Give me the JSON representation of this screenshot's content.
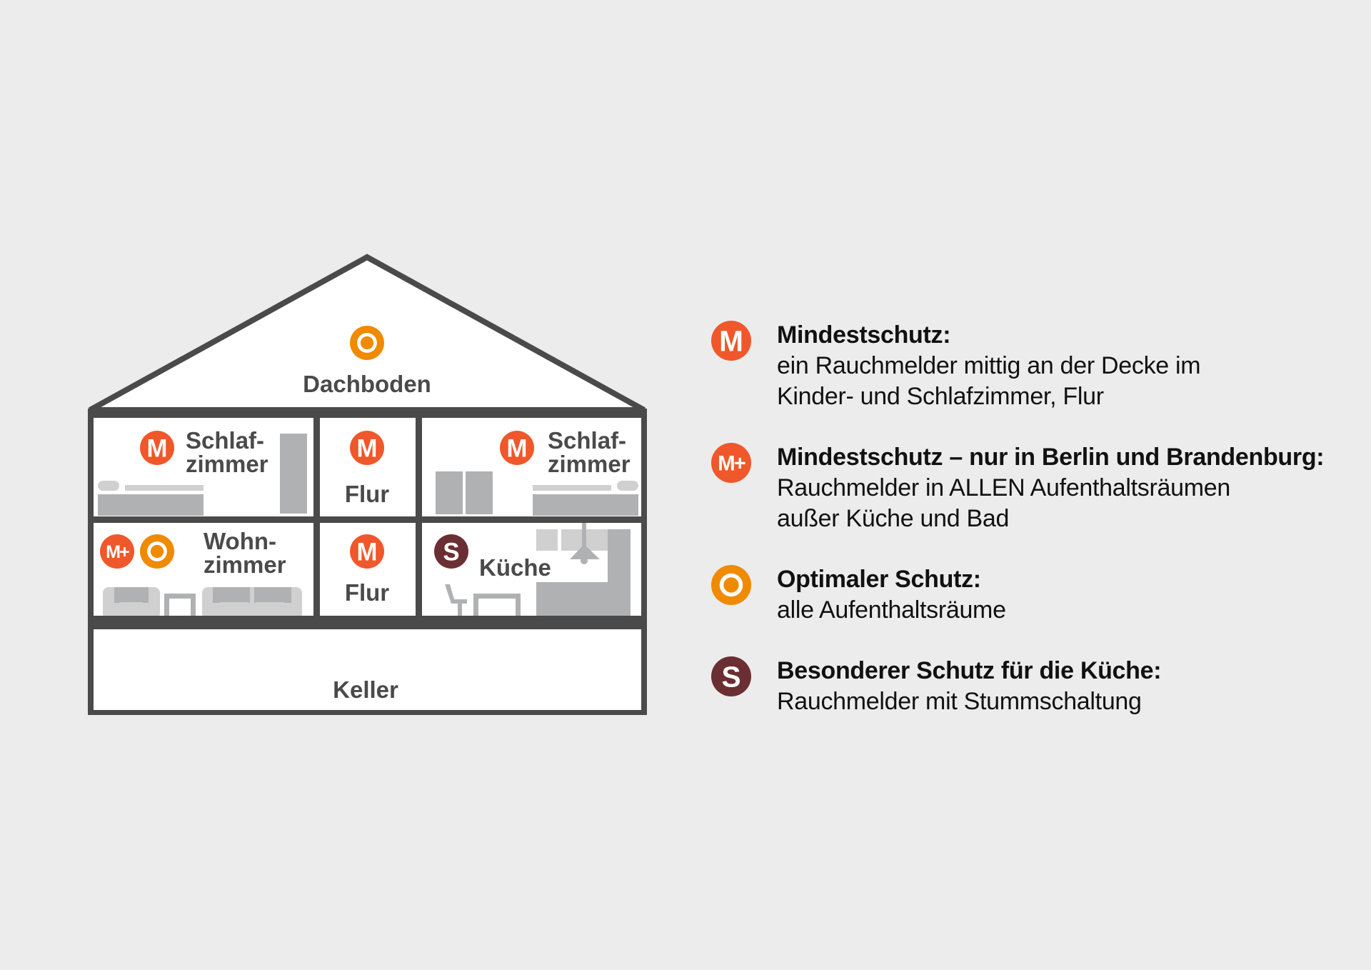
{
  "colors": {
    "background": "#ececec",
    "wall": "#4a4a4a",
    "furniture_dark": "#b0b1b3",
    "furniture_light": "#d0d0d0",
    "icon_m": "#f0572a",
    "icon_o": "#f08a00",
    "icon_s": "#6b2f33"
  },
  "icons": {
    "m": {
      "name": "minimum-protection-icon",
      "glyph": "M"
    },
    "mplus": {
      "name": "minimum-berlin-brandenburg-icon",
      "glyph": "M+"
    },
    "o": {
      "name": "optimal-protection-icon",
      "glyph": "ring"
    },
    "s": {
      "name": "kitchen-protection-icon",
      "glyph": "S"
    }
  },
  "house": {
    "attic": {
      "label": "Dachboden",
      "icons": [
        "o"
      ]
    },
    "rooms": [
      {
        "id": "bedroom-left",
        "label_line1": "Schlaf-",
        "label_line2": "zimmer",
        "icons": [
          "m"
        ]
      },
      {
        "id": "hallway-upper",
        "label": "Flur",
        "icons": [
          "m"
        ]
      },
      {
        "id": "bedroom-right",
        "label_line1": "Schlaf-",
        "label_line2": "zimmer",
        "icons": [
          "m"
        ]
      },
      {
        "id": "living-room",
        "label_line1": "Wohn-",
        "label_line2": "zimmer",
        "icons": [
          "mplus",
          "o"
        ]
      },
      {
        "id": "hallway-lower",
        "label": "Flur",
        "icons": [
          "m"
        ]
      },
      {
        "id": "kitchen",
        "label": "Küche",
        "icons": [
          "s"
        ]
      }
    ],
    "basement": {
      "label": "Keller",
      "icons": []
    }
  },
  "legend": [
    {
      "icon": "m",
      "title": "Mindestschutz:",
      "desc_lines": [
        "ein Rauchmelder mittig an der Decke im",
        "Kinder- und Schlafzimmer, Flur"
      ]
    },
    {
      "icon": "mplus",
      "title": "Mindestschutz – nur in Berlin und Brandenburg:",
      "desc_lines": [
        "Rauchmelder in ALLEN Aufenthaltsräumen",
        "außer Küche und Bad"
      ]
    },
    {
      "icon": "o",
      "title": "Optimaler Schutz:",
      "desc_lines": [
        "alle Aufenthaltsräume"
      ]
    },
    {
      "icon": "s",
      "title": "Besonderer Schutz für die Küche:",
      "desc_lines": [
        "Rauchmelder mit Stummschaltung"
      ]
    }
  ]
}
